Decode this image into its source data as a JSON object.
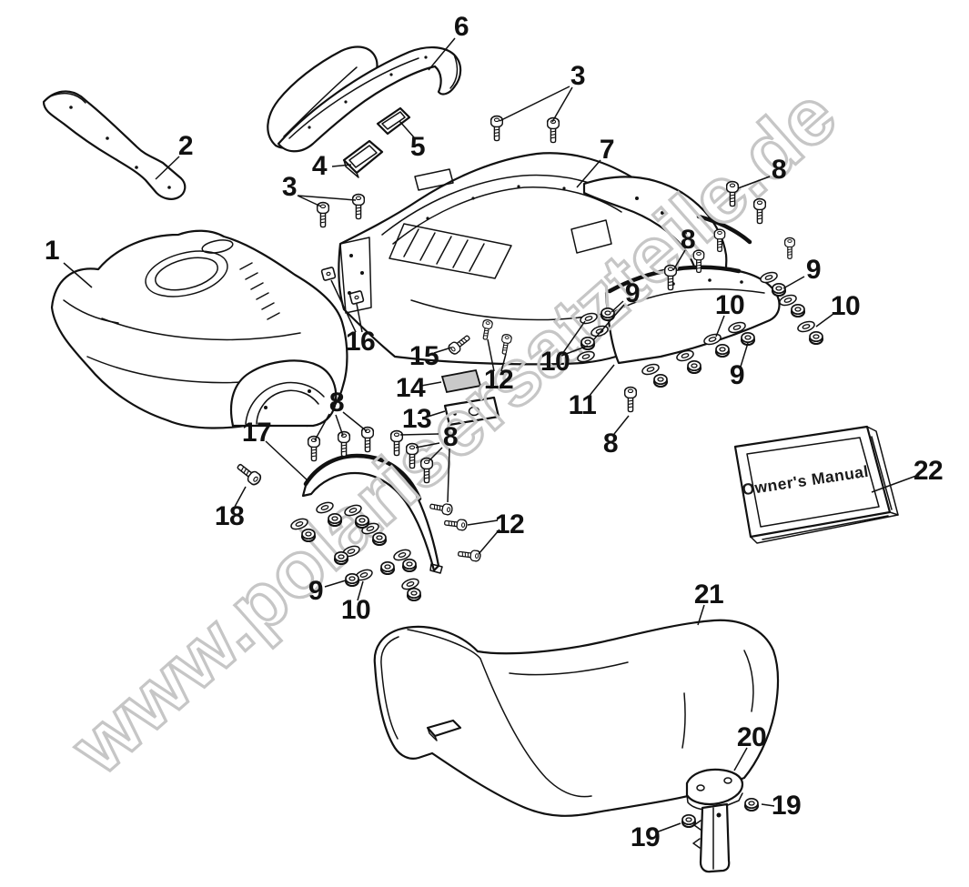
{
  "diagram": {
    "background_color": "#ffffff",
    "line_color": "#111111",
    "subject": "exploded-parts-diagram"
  },
  "watermark": {
    "text": "www.polarisersatzteile.de",
    "color": "#c6c6c6"
  },
  "manual": {
    "title": "Owner's Manual"
  },
  "callouts": [
    {
      "label": "1"
    },
    {
      "label": "2"
    },
    {
      "label": "3"
    },
    {
      "label": "3"
    },
    {
      "label": "4"
    },
    {
      "label": "5"
    },
    {
      "label": "6"
    },
    {
      "label": "7"
    },
    {
      "label": "8"
    },
    {
      "label": "8"
    },
    {
      "label": "8"
    },
    {
      "label": "8"
    },
    {
      "label": "8"
    },
    {
      "label": "9"
    },
    {
      "label": "9"
    },
    {
      "label": "9"
    },
    {
      "label": "9"
    },
    {
      "label": "10"
    },
    {
      "label": "10"
    },
    {
      "label": "10"
    },
    {
      "label": "10"
    },
    {
      "label": "11"
    },
    {
      "label": "12"
    },
    {
      "label": "12"
    },
    {
      "label": "13"
    },
    {
      "label": "14"
    },
    {
      "label": "15"
    },
    {
      "label": "16"
    },
    {
      "label": "17"
    },
    {
      "label": "18"
    },
    {
      "label": "19"
    },
    {
      "label": "19"
    },
    {
      "label": "20"
    },
    {
      "label": "21"
    },
    {
      "label": "22"
    }
  ]
}
